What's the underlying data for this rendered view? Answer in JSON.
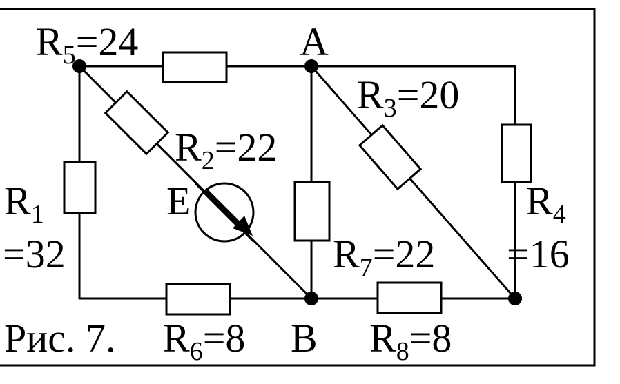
{
  "caption": "Рис. 7.",
  "nodes": {
    "A": "A",
    "B": "B",
    "E": "E"
  },
  "resistors": [
    {
      "id": "R5",
      "letter": "R",
      "index": "5",
      "value": "=24"
    },
    {
      "id": "R3",
      "letter": "R",
      "index": "3",
      "value": "=20"
    },
    {
      "id": "R2",
      "letter": "R",
      "index": "2",
      "value": "=22"
    },
    {
      "id": "R1",
      "letter": "R",
      "index": "1",
      "value": "=32"
    },
    {
      "id": "R4",
      "letter": "R",
      "index": "4",
      "value": "=16"
    },
    {
      "id": "R7",
      "letter": "R",
      "index": "7",
      "value": "=22"
    },
    {
      "id": "R6",
      "letter": "R",
      "index": "6",
      "value": "=8"
    },
    {
      "id": "R8",
      "letter": "R",
      "index": "8",
      "value": "=8"
    }
  ]
}
